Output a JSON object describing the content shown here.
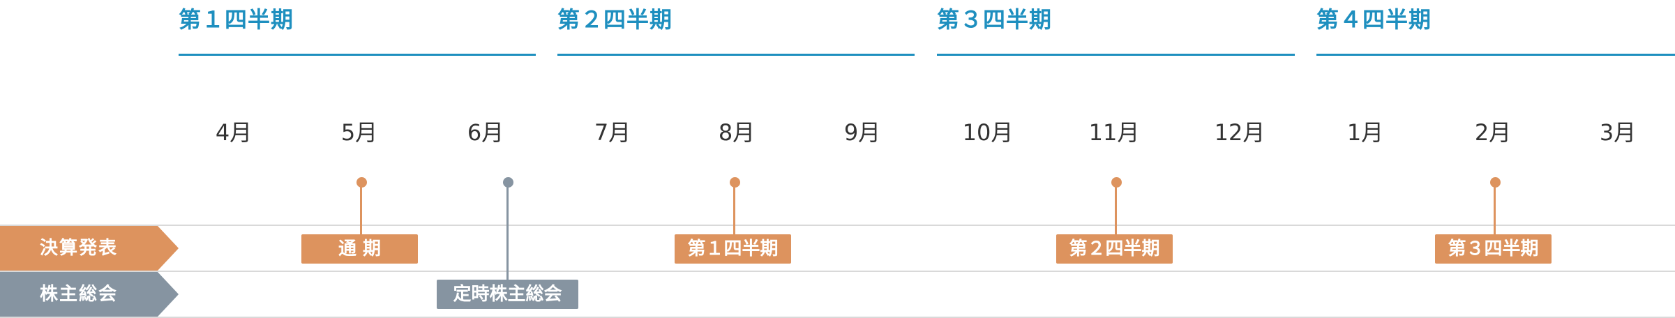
{
  "quarters": [
    {
      "label": "第１四半期"
    },
    {
      "label": "第２四半期"
    },
    {
      "label": "第３四半期"
    },
    {
      "label": "第４四半期"
    }
  ],
  "months": [
    "4月",
    "5月",
    "6月",
    "7月",
    "8月",
    "9月",
    "10月",
    "11月",
    "12月",
    "1月",
    "2月",
    "3月"
  ],
  "rows": {
    "earnings": {
      "label": "決算発表",
      "color": "#dd935e"
    },
    "shareholders": {
      "label": "株主総会",
      "color": "#8694a1"
    }
  },
  "events": {
    "annual_results": "通 期",
    "q1_results": "第１四半期",
    "q2_results": "第２四半期",
    "q3_results": "第３四半期",
    "agm": "定時株主総会"
  },
  "colors": {
    "quarter_accent": "#1e8fbf",
    "earnings": "#dd935e",
    "meeting": "#8694a1",
    "grid": "#d9d9d9"
  }
}
